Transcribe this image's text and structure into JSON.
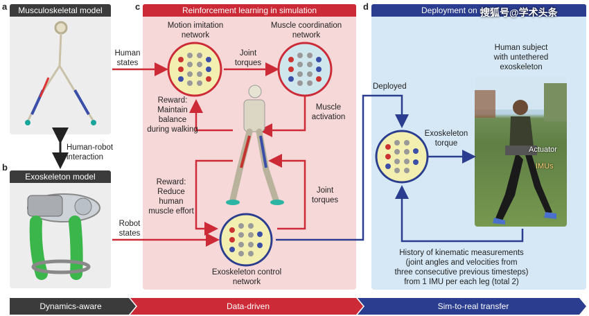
{
  "panels": {
    "a": {
      "letter": "a",
      "title": "Musculoskeletal model"
    },
    "b": {
      "letter": "b",
      "title": "Exoskeleton model"
    },
    "c": {
      "letter": "c",
      "title": "Reinforcement learning in simulation"
    },
    "d": {
      "letter": "d",
      "title": "Deployment on real"
    }
  },
  "labels": {
    "human_states": [
      "Human",
      "states"
    ],
    "human_robot": [
      "Human-robot",
      "interaction"
    ],
    "robot_states": [
      "Robot",
      "states"
    ],
    "motion_imitation": [
      "Motion imitation",
      "network"
    ],
    "muscle_coordination": [
      "Muscle coordination",
      "network"
    ],
    "joint_torques_top": [
      "Joint",
      "torques"
    ],
    "reward_balance": [
      "Reward:",
      "Maintain",
      "balance",
      "during walking"
    ],
    "muscle_activation": [
      "Muscle",
      "activation"
    ],
    "reward_effort": [
      "Reward:",
      "Reduce",
      "human",
      "muscle effort"
    ],
    "joint_torques_bottom": [
      "Joint",
      "torques"
    ],
    "exo_control": [
      "Exoskeleton control",
      "network"
    ],
    "deployed": "Deployed",
    "exo_torque": [
      "Exoskeleton",
      "torque"
    ],
    "human_subject": [
      "Human subject",
      "with untethered",
      "exoskeleton"
    ],
    "actuator": "Actuator",
    "imus": "IMUs",
    "history": [
      "History of kinematic measurements",
      "(joint angles and velocities from",
      "three consecutive previous timesteps)",
      "from 1 IMU per each leg (total 2)"
    ]
  },
  "bottom_bar": [
    "Dynamics-aware",
    "Data-driven",
    "Sim-to-real transfer"
  ],
  "watermark": "搜狐号@学术头条",
  "colors": {
    "red": "#cc2a36",
    "blue": "#2b3d8f",
    "pink_bg": "#f7d8d8",
    "blue_bg": "#d6e8f5",
    "dark": "#3b3b3b",
    "net_fill": "#f3efb0"
  }
}
